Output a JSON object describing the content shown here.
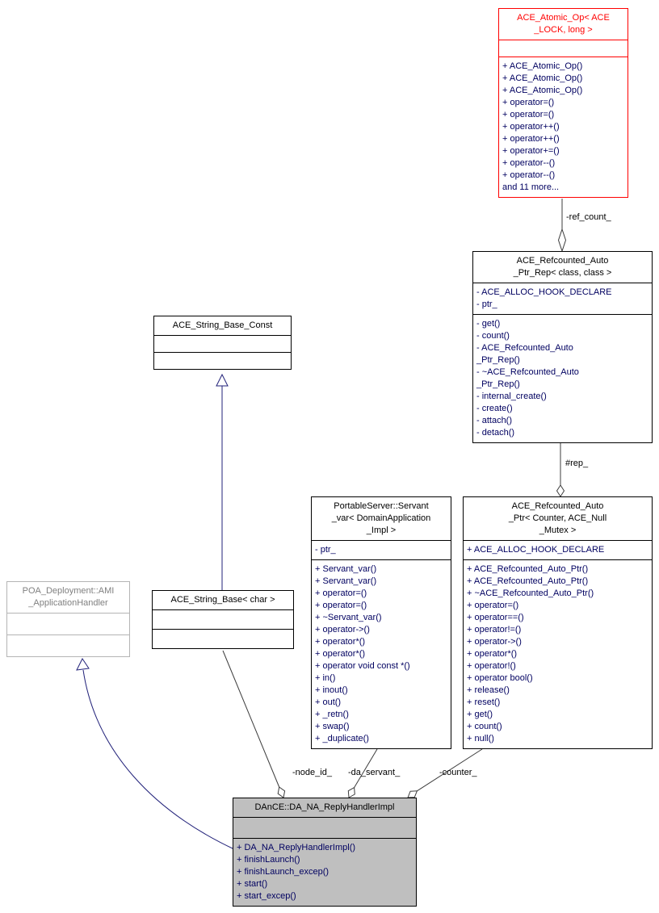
{
  "classes": {
    "atomic_op": {
      "title": "ACE_Atomic_Op< ACE\n_LOCK, long >",
      "methods": [
        "+ ACE_Atomic_Op()",
        "+ ACE_Atomic_Op()",
        "+ ACE_Atomic_Op()",
        "+ operator=()",
        "+ operator=()",
        "+ operator++()",
        "+ operator++()",
        "+ operator+=()",
        "+ operator--()",
        "+ operator--()",
        "and 11 more..."
      ]
    },
    "ptr_rep": {
      "title": "ACE_Refcounted_Auto\n_Ptr_Rep< class, class >",
      "attributes": [
        "- ACE_ALLOC_HOOK_DECLARE",
        "- ptr_"
      ],
      "methods": [
        "- get()",
        "- count()",
        "- ACE_Refcounted_Auto\n_Ptr_Rep()",
        "- ~ACE_Refcounted_Auto\n_Ptr_Rep()",
        "- internal_create()",
        "- create()",
        "- attach()",
        "- detach()"
      ]
    },
    "string_base_const": {
      "title": "ACE_String_Base_Const"
    },
    "servant_var": {
      "title": "PortableServer::Servant\n_var< DomainApplication\n_Impl >",
      "attributes": [
        "- ptr_"
      ],
      "methods": [
        "+ Servant_var()",
        "+ Servant_var()",
        "+ operator=()",
        "+ operator=()",
        "+ ~Servant_var()",
        "+ operator->()",
        "+ operator*()",
        "+ operator*()",
        "+ operator void const *()",
        "+ in()",
        "+ inout()",
        "+ out()",
        "+ _retn()",
        "+ swap()",
        "+ _duplicate()"
      ]
    },
    "refcounted_ptr": {
      "title": "ACE_Refcounted_Auto\n_Ptr< Counter, ACE_Null\n_Mutex >",
      "attributes": [
        "+ ACE_ALLOC_HOOK_DECLARE"
      ],
      "methods": [
        "+ ACE_Refcounted_Auto_Ptr()",
        "+ ACE_Refcounted_Auto_Ptr()",
        "+ ~ACE_Refcounted_Auto_Ptr()",
        "+ operator=()",
        "+ operator==()",
        "+ operator!=()",
        "+ operator->()",
        "+ operator*()",
        "+ operator!()",
        "+ operator bool()",
        "+ release()",
        "+ reset()",
        "+ get()",
        "+ count()",
        "+ null()"
      ]
    },
    "poa_handler": {
      "title": "POA_Deployment::AMI\n_ApplicationHandler"
    },
    "string_base_char": {
      "title": "ACE_String_Base< char >"
    },
    "dance_reply_handler": {
      "title": "DAnCE::DA_NA_ReplyHandlerImpl",
      "methods": [
        "+ DA_NA_ReplyHandlerImpl()",
        "+ finishLaunch()",
        "+ finishLaunch_excep()",
        "+ start()",
        "+ start_excep()"
      ]
    }
  },
  "edge_labels": {
    "ref_count": "-ref_count_",
    "rep": "#rep_",
    "node_id": "-node_id_",
    "da_servant": "-da_servant_",
    "counter": "-counter_"
  },
  "colors": {
    "truncated": "#ff0000",
    "inheritance": "#22227a",
    "usage_edge": "#3c3c3c",
    "current_fill": "#bfbfbf",
    "member_text": "#000060",
    "external_border": "#b4b4b4",
    "external_text": "#808080"
  }
}
